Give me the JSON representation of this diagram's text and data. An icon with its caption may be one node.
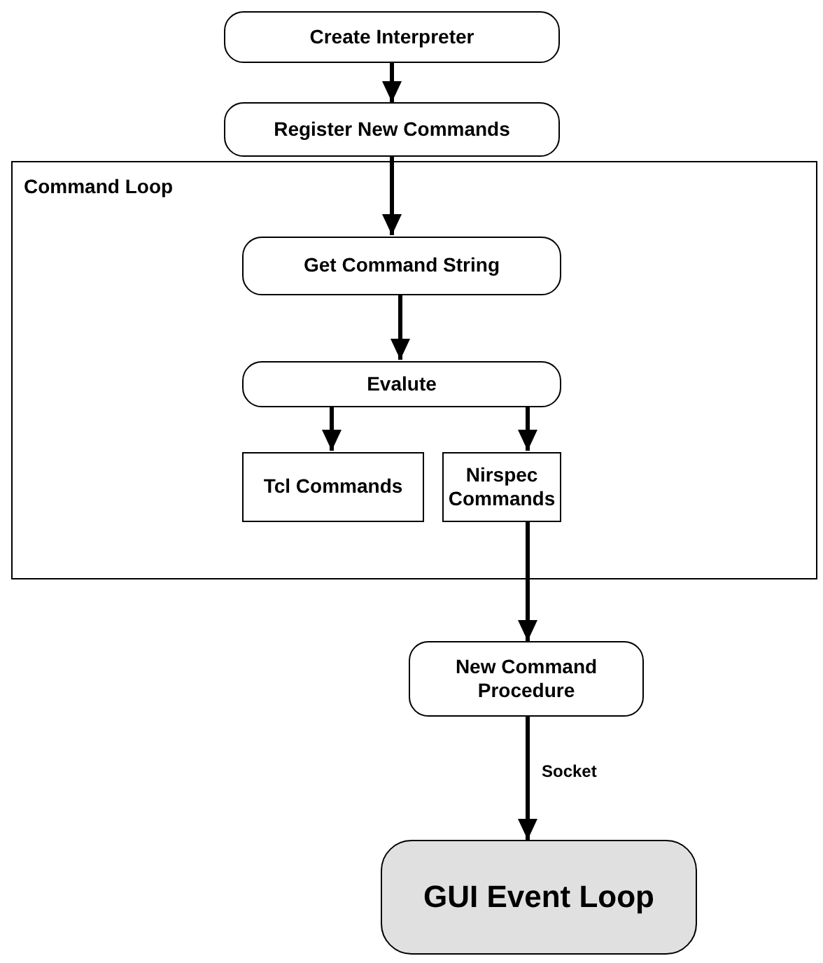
{
  "diagram": {
    "nodes": [
      {
        "text": [
          "Create Interpreter"
        ]
      },
      {
        "text": [
          "Register New Commands"
        ]
      },
      {
        "text": [
          "Command Loop"
        ]
      },
      {
        "text": [
          "Get Command String"
        ],
        "in": 2
      },
      {
        "text": [
          "Evalute"
        ],
        "in": 2
      },
      {
        "text": [
          "Tcl Commands"
        ],
        "in": 2
      },
      {
        "text": [
          "Nirspec Commands"
        ],
        "in": 2
      },
      {
        "text": [
          "New Command Procedure"
        ]
      },
      {
        "text": [
          "GUI Event Loop"
        ]
      }
    ],
    "edges": [
      {
        "from": 0,
        "to": 1,
        "arrow": "to"
      },
      {
        "from": 1,
        "to": 3,
        "arrow": "to"
      },
      {
        "from": 3,
        "to": 4,
        "arrow": "to"
      },
      {
        "from": 4,
        "to": 5,
        "arrow": "to"
      },
      {
        "from": 4,
        "to": 6,
        "arrow": "to"
      },
      {
        "from": 6,
        "to": 7,
        "arrow": "to"
      },
      {
        "from": 7,
        "to": 8,
        "arrow": "to",
        "label": "Socket"
      }
    ]
  }
}
